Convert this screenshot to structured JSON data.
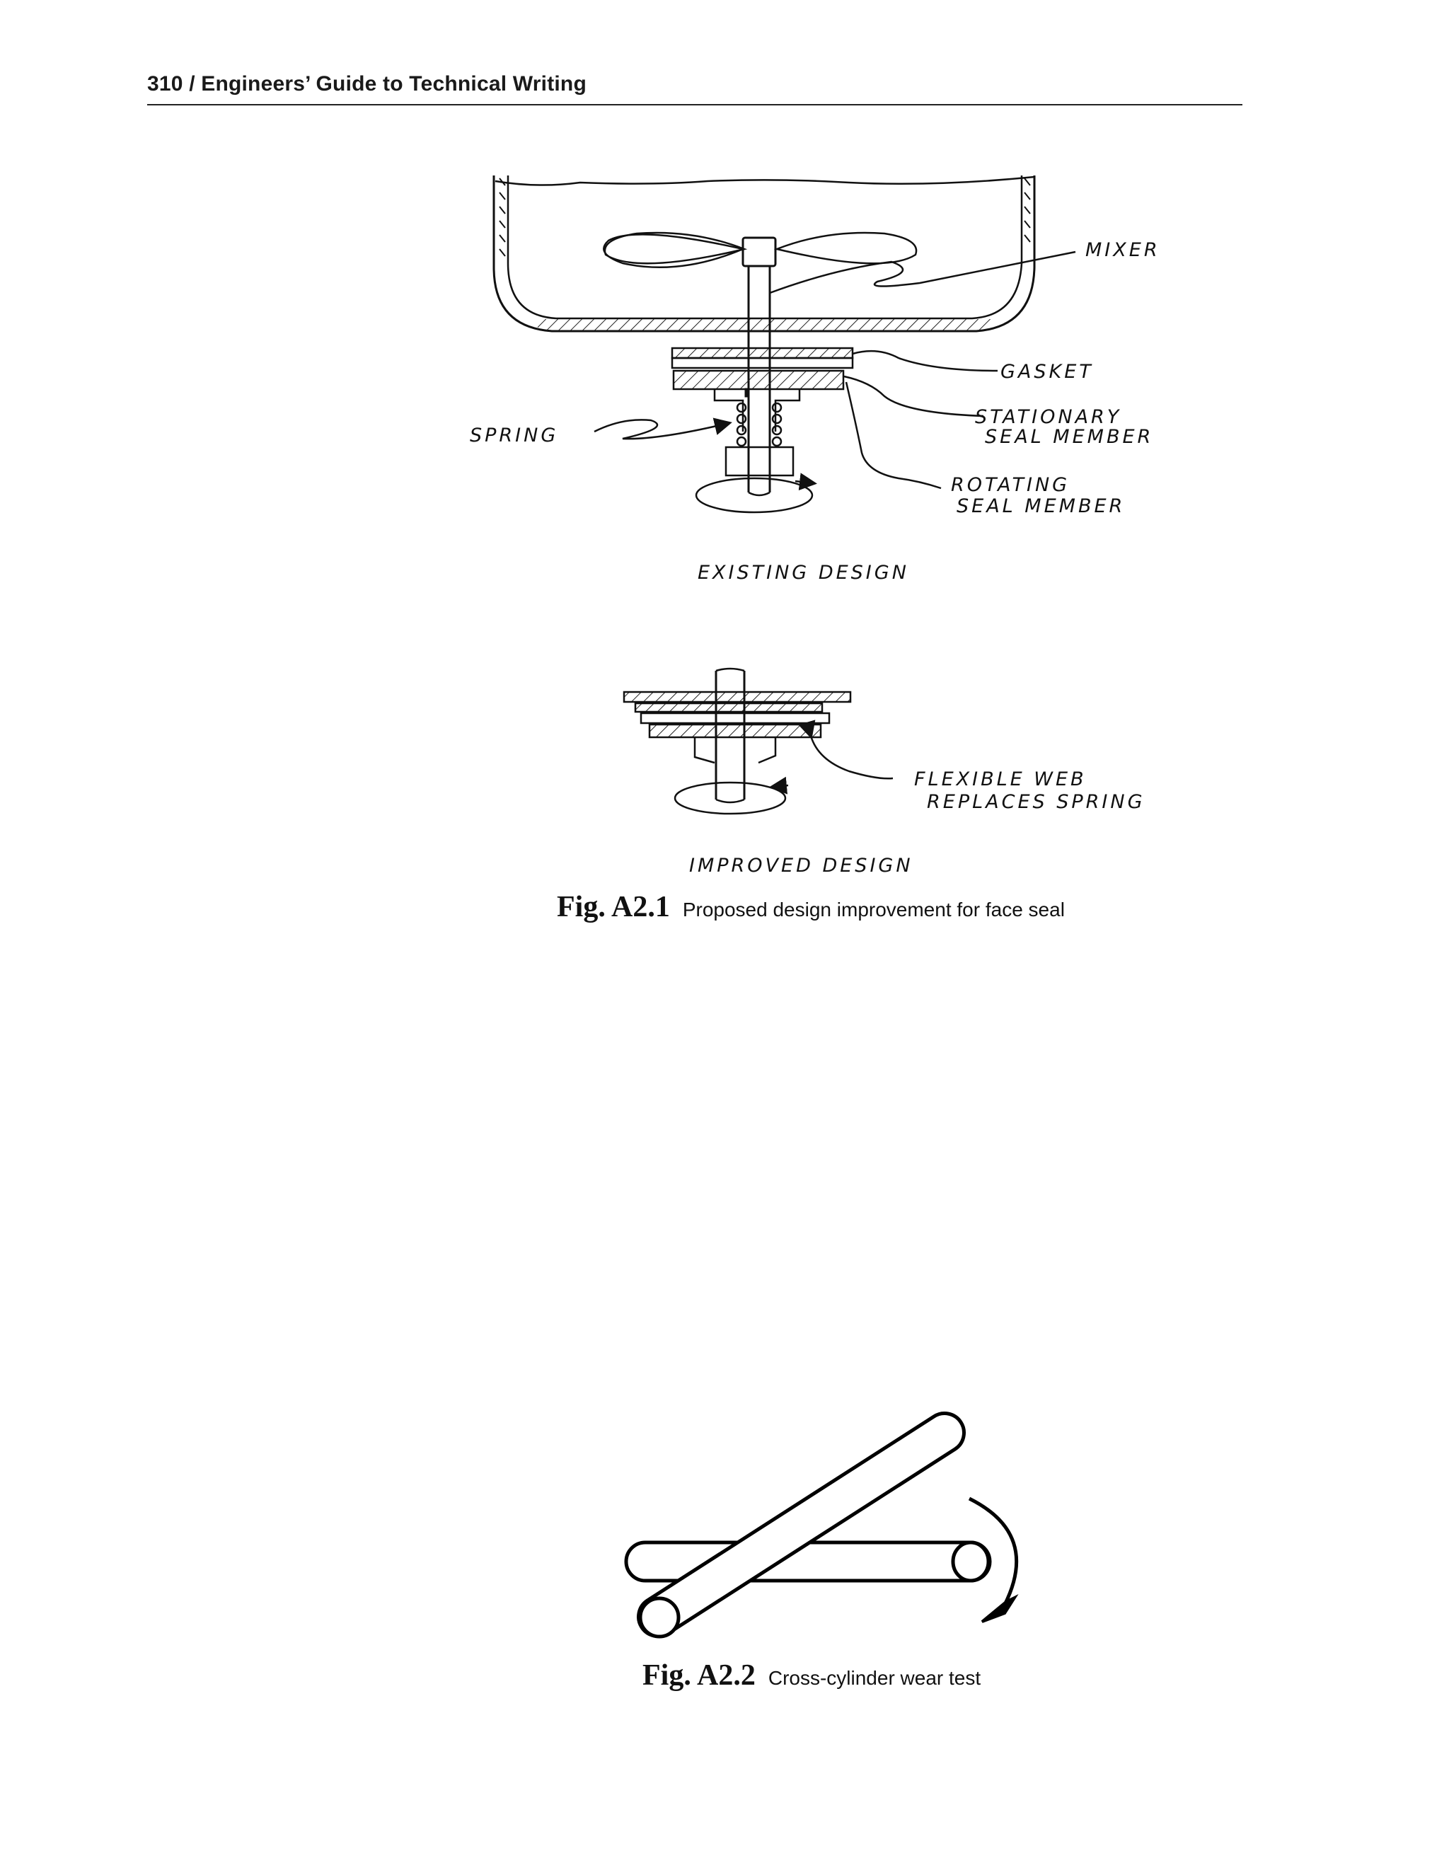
{
  "header": {
    "running_head": "310 / Engineers’ Guide to Technical Writing"
  },
  "figure_a2_1": {
    "labels": {
      "mixer": "MIXER",
      "gasket": "GASKET",
      "stationary_line1": "STATIONARY",
      "stationary_line2": "SEAL MEMBER",
      "spring": "SPRING",
      "rotating_line1": "ROTATING",
      "rotating_line2": "SEAL MEMBER",
      "existing_design": "EXISTING DESIGN",
      "flexible_line1": "FLEXIBLE WEB",
      "flexible_line2": "REPLACES SPRING",
      "improved_design": "IMPROVED DESIGN"
    },
    "caption_number": "Fig. A2.1",
    "caption_text": "Proposed design improvement for face seal"
  },
  "figure_a2_2": {
    "caption_number": "Fig. A2.2",
    "caption_text": "Cross-cylinder wear test"
  }
}
